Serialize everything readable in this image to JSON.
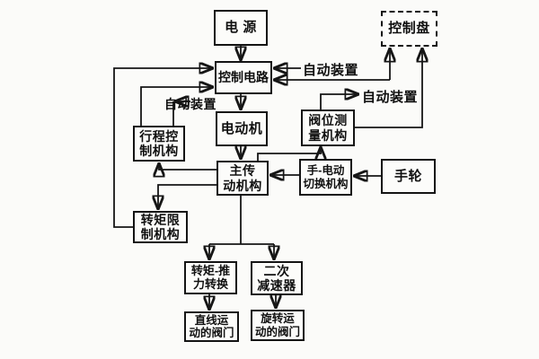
{
  "colors": {
    "background": "#fbfbf9",
    "line": "#161616",
    "box_border": "#141414",
    "text": "#101010"
  },
  "nodes": {
    "power": {
      "label": "电 源"
    },
    "control_panel": {
      "label": "控制盘"
    },
    "control_circuit": {
      "label": "控制电路"
    },
    "motor": {
      "label": "电动机"
    },
    "stroke_control": {
      "label": "行程控\n制机构"
    },
    "valve_position": {
      "label": "阀位测\n量机构"
    },
    "main_drive": {
      "label": "主传\n动机构"
    },
    "manual_electric_switch": {
      "label": "手-电动\n切换机构"
    },
    "handwheel": {
      "label": "手轮"
    },
    "torque_limit": {
      "label": "转矩限\n制机构"
    },
    "torque_thrust": {
      "label": "转矩-推\n力转换"
    },
    "secondary_reducer": {
      "label": "二次\n减速器"
    },
    "linear_valve": {
      "label": "直线运\n动的阀门"
    },
    "rotary_valve": {
      "label": "旋转运\n动的阀门"
    }
  },
  "labels": {
    "auto1": {
      "text": "自动装置"
    },
    "auto2": {
      "text": "自动装置"
    },
    "auto3": {
      "text": "自动装置"
    }
  },
  "edges": [
    {
      "from": "power",
      "to": "control_circuit"
    },
    {
      "from": "control_circuit",
      "to": "motor"
    },
    {
      "from": "motor",
      "to": "main_drive"
    },
    {
      "from": "main_drive",
      "to": "stroke_control"
    },
    {
      "from": "main_drive",
      "to": "torque_limit"
    },
    {
      "from": "torque_limit",
      "to": "control_circuit"
    },
    {
      "from": "stroke_control",
      "to": "control_circuit"
    },
    {
      "from": "auto2",
      "to": "stroke_control"
    },
    {
      "from": "auto1",
      "to": "control_circuit"
    },
    {
      "from": "control_panel",
      "to": "control_circuit",
      "note": "arrowheads at both ends"
    },
    {
      "from": "valve_position",
      "to": "auto3"
    },
    {
      "from": "valve_position",
      "to": "control_panel"
    },
    {
      "from": "main_drive",
      "to": "valve_position"
    },
    {
      "from": "manual_electric_switch",
      "to": "main_drive"
    },
    {
      "from": "handwheel",
      "to": "manual_electric_switch"
    },
    {
      "from": "main_drive",
      "to": "torque_thrust"
    },
    {
      "from": "main_drive",
      "to": "secondary_reducer"
    },
    {
      "from": "torque_thrust",
      "to": "linear_valve"
    },
    {
      "from": "secondary_reducer",
      "to": "rotary_valve"
    }
  ]
}
